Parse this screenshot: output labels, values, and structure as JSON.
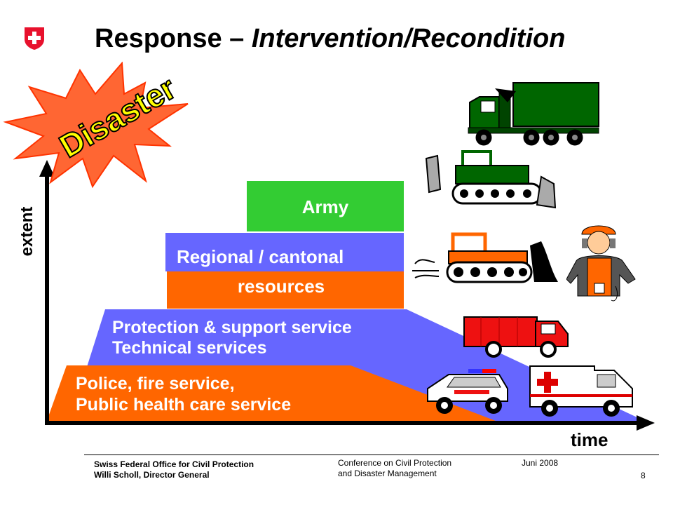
{
  "slide": {
    "title_main": "Response – ",
    "title_italic": "Intervention/Recondition",
    "page_number": "8"
  },
  "burst": {
    "label": "Disaster"
  },
  "axes": {
    "y_label": "extent",
    "x_label": "time"
  },
  "levels": {
    "army": "Army",
    "regional_line1": "Regional / cantonal",
    "regional_line2": "resources",
    "protection_line1": "Protection & support service",
    "protection_line2": "Technical services",
    "police_line1": "Police,  fire service,",
    "police_line2": "Public health care service"
  },
  "footer": {
    "org_line1": "Swiss Federal Office for Civil Protection",
    "org_line2": "Willi Scholl, Director General",
    "conf_line1": "Conference on Civil Protection",
    "conf_line2": "and Disaster Management",
    "date": "Juni 2008"
  },
  "colors": {
    "orange": "#ff6600",
    "blue": "#6666ff",
    "green": "#33cc33",
    "burst": "#ff6633",
    "burst_text": "#ffff00",
    "swiss_red": "#e8112d",
    "military_green": "#006600"
  },
  "icons": [
    "swiss-emblem-icon",
    "military-truck-icon",
    "bulldozer-icon",
    "orange-bulldozer-icon",
    "worker-icon",
    "fire-truck-icon",
    "police-car-icon",
    "ambulance-icon"
  ]
}
